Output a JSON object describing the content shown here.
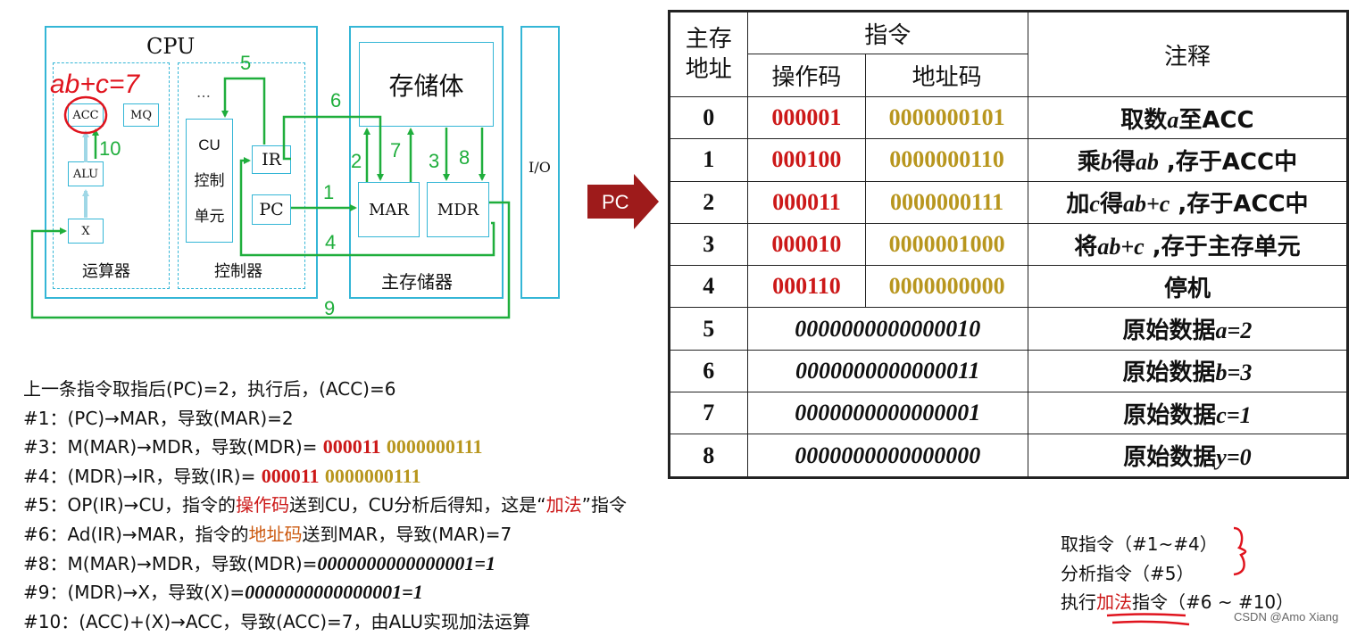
{
  "diagram": {
    "cpu_label": "CPU",
    "alu_unit_label": "运算器",
    "control_unit_label": "控制器",
    "memory_label": "主存储器",
    "storage_label": "存储体",
    "io_label": "I/O",
    "cu_label_lines": [
      "CU",
      "控制",
      "单元"
    ],
    "cu_dots": "…",
    "registers": {
      "acc": "ACC",
      "mq": "MQ",
      "alu": "ALU",
      "x": "X",
      "ir": "IR",
      "pc": "PC",
      "mar": "MAR",
      "mdr": "MDR"
    },
    "handwritten_note": "ab+c=7",
    "step_numbers": {
      "s1": "1",
      "s2": "2",
      "s3": "3",
      "s4": "4",
      "s5": "5",
      "s6": "6",
      "s7": "7",
      "s8": "8",
      "s9": "9",
      "s10": "10"
    },
    "pc_arrow_label": "PC"
  },
  "table": {
    "headers": {
      "address": "主存地址",
      "address_line1": "主存",
      "address_line2": "地址",
      "instruction": "指令",
      "opcode": "操作码",
      "addrcode": "地址码",
      "comment": "注释"
    },
    "rows": [
      {
        "addr": "0",
        "op": "000001",
        "ad": "0000000101",
        "note_pre": "取数",
        "note_var": "a",
        "note_post": "至ACC"
      },
      {
        "addr": "1",
        "op": "000100",
        "ad": "0000000110",
        "note_pre": "乘",
        "note_var": "b",
        "note_mid": "得",
        "note_var2": "ab",
        "note_post": " ,存于ACC中"
      },
      {
        "addr": "2",
        "op": "000011",
        "ad": "0000000111",
        "note_pre": "加",
        "note_var": "c",
        "note_mid": "得",
        "note_var2": "ab+c",
        "note_post": "  ,存于ACC中"
      },
      {
        "addr": "3",
        "op": "000010",
        "ad": "0000001000",
        "note_pre": "将",
        "note_var": "ab+c",
        "note_post": " ,存于主存单元"
      },
      {
        "addr": "4",
        "op": "000110",
        "ad": "0000000000",
        "note_pre": "停机"
      }
    ],
    "data_rows": [
      {
        "addr": "5",
        "value": "0000000000000010",
        "note_pre": "原始数据",
        "note_var": "a=2"
      },
      {
        "addr": "6",
        "value": "0000000000000011",
        "note_pre": "原始数据",
        "note_var": "b=3"
      },
      {
        "addr": "7",
        "value": "0000000000000001",
        "note_pre": "原始数据",
        "note_var": "c=1"
      },
      {
        "addr": "8",
        "value": "0000000000000000",
        "note_pre": "原始数据",
        "note_var": "y=0"
      }
    ]
  },
  "steps": {
    "intro": "上一条指令取指后(PC)=2，执行后，(ACC)=6",
    "s1": "#1：(PC)→MAR，导致(MAR)=2",
    "s3_pre": "#3：M(MAR)→MDR，导致(MDR)= ",
    "s3_op": "000011",
    "s3_ad": "0000000111",
    "s4_pre": "#4：(MDR)→IR，导致(IR)= ",
    "s4_op": "000011",
    "s4_ad": "0000000111",
    "s5_a": "#5：OP(IR)→CU，指令的",
    "s5_b": "操作码",
    "s5_c": "送到CU，CU分析后得知，这是“",
    "s5_d": "加法",
    "s5_e": "”指令",
    "s6_a": "#6：Ad(IR)→MAR，指令的",
    "s6_b": "地址码",
    "s6_c": "送到MAR，导致(MAR)=7",
    "s8_pre": "#8：M(MAR)→MDR，导致(MDR)=",
    "s8_val": "0000000000000001=1",
    "s9_pre": "#9：(MDR)→X，导致(X)=",
    "s9_val": "0000000000000001=1",
    "s10": "#10：(ACC)+(X)→ACC，导致(ACC)=7，由ALU实现加法运算"
  },
  "phases": {
    "fetch": "取指令（#1~#4）",
    "decode": "分析指令（#5）",
    "exec_pre": "执行",
    "exec_red": "加法",
    "exec_post": "指令（#6 ~ #10）"
  },
  "watermark": "CSDN @Amo Xiang",
  "colors": {
    "cyan": "#34b6d6",
    "green": "#1fae3c",
    "red": "#cc1818",
    "olive": "#b8961e",
    "pc_arrow": "#9e1b1b"
  }
}
